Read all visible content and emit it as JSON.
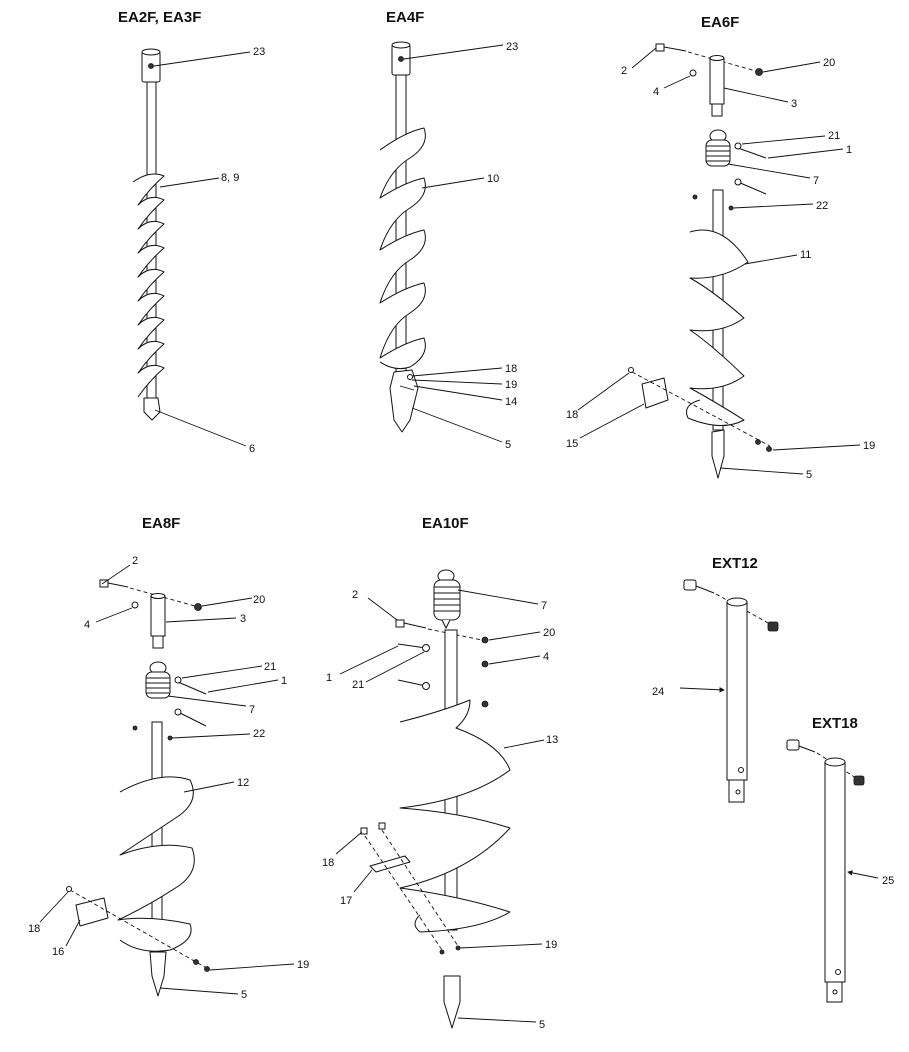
{
  "titles": {
    "ea2f": "EA2F, EA3F",
    "ea4f": "EA4F",
    "ea6f": "EA6F",
    "ea8f": "EA8F",
    "ea10f": "EA10F",
    "ext12": "EXT12",
    "ext18": "EXT18"
  },
  "callouts": {
    "ea2f": {
      "c23": "23",
      "c89": "8, 9",
      "c6": "6"
    },
    "ea4f": {
      "c23": "23",
      "c10": "10",
      "c18": "18",
      "c19": "19",
      "c14": "14",
      "c5": "5"
    },
    "ea6f": {
      "c2": "2",
      "c20": "20",
      "c4": "4",
      "c3": "3",
      "c21": "21",
      "c1": "1",
      "c7": "7",
      "c22": "22",
      "c11": "11",
      "c18": "18",
      "c15": "15",
      "c19": "19",
      "c5": "5"
    },
    "ea8f": {
      "c2": "2",
      "c20": "20",
      "c4": "4",
      "c3": "3",
      "c21": "21",
      "c1": "1",
      "c7": "7",
      "c22": "22",
      "c12": "12",
      "c18": "18",
      "c16": "16",
      "c19": "19",
      "c5": "5"
    },
    "ea10f": {
      "c7": "7",
      "c2": "2",
      "c20": "20",
      "c1": "1",
      "c4": "4",
      "c21": "21",
      "c13": "13",
      "c18": "18",
      "c17": "17",
      "c19": "19",
      "c5": "5"
    },
    "ext12": {
      "c24": "24"
    },
    "ext18": {
      "c25": "25"
    }
  }
}
